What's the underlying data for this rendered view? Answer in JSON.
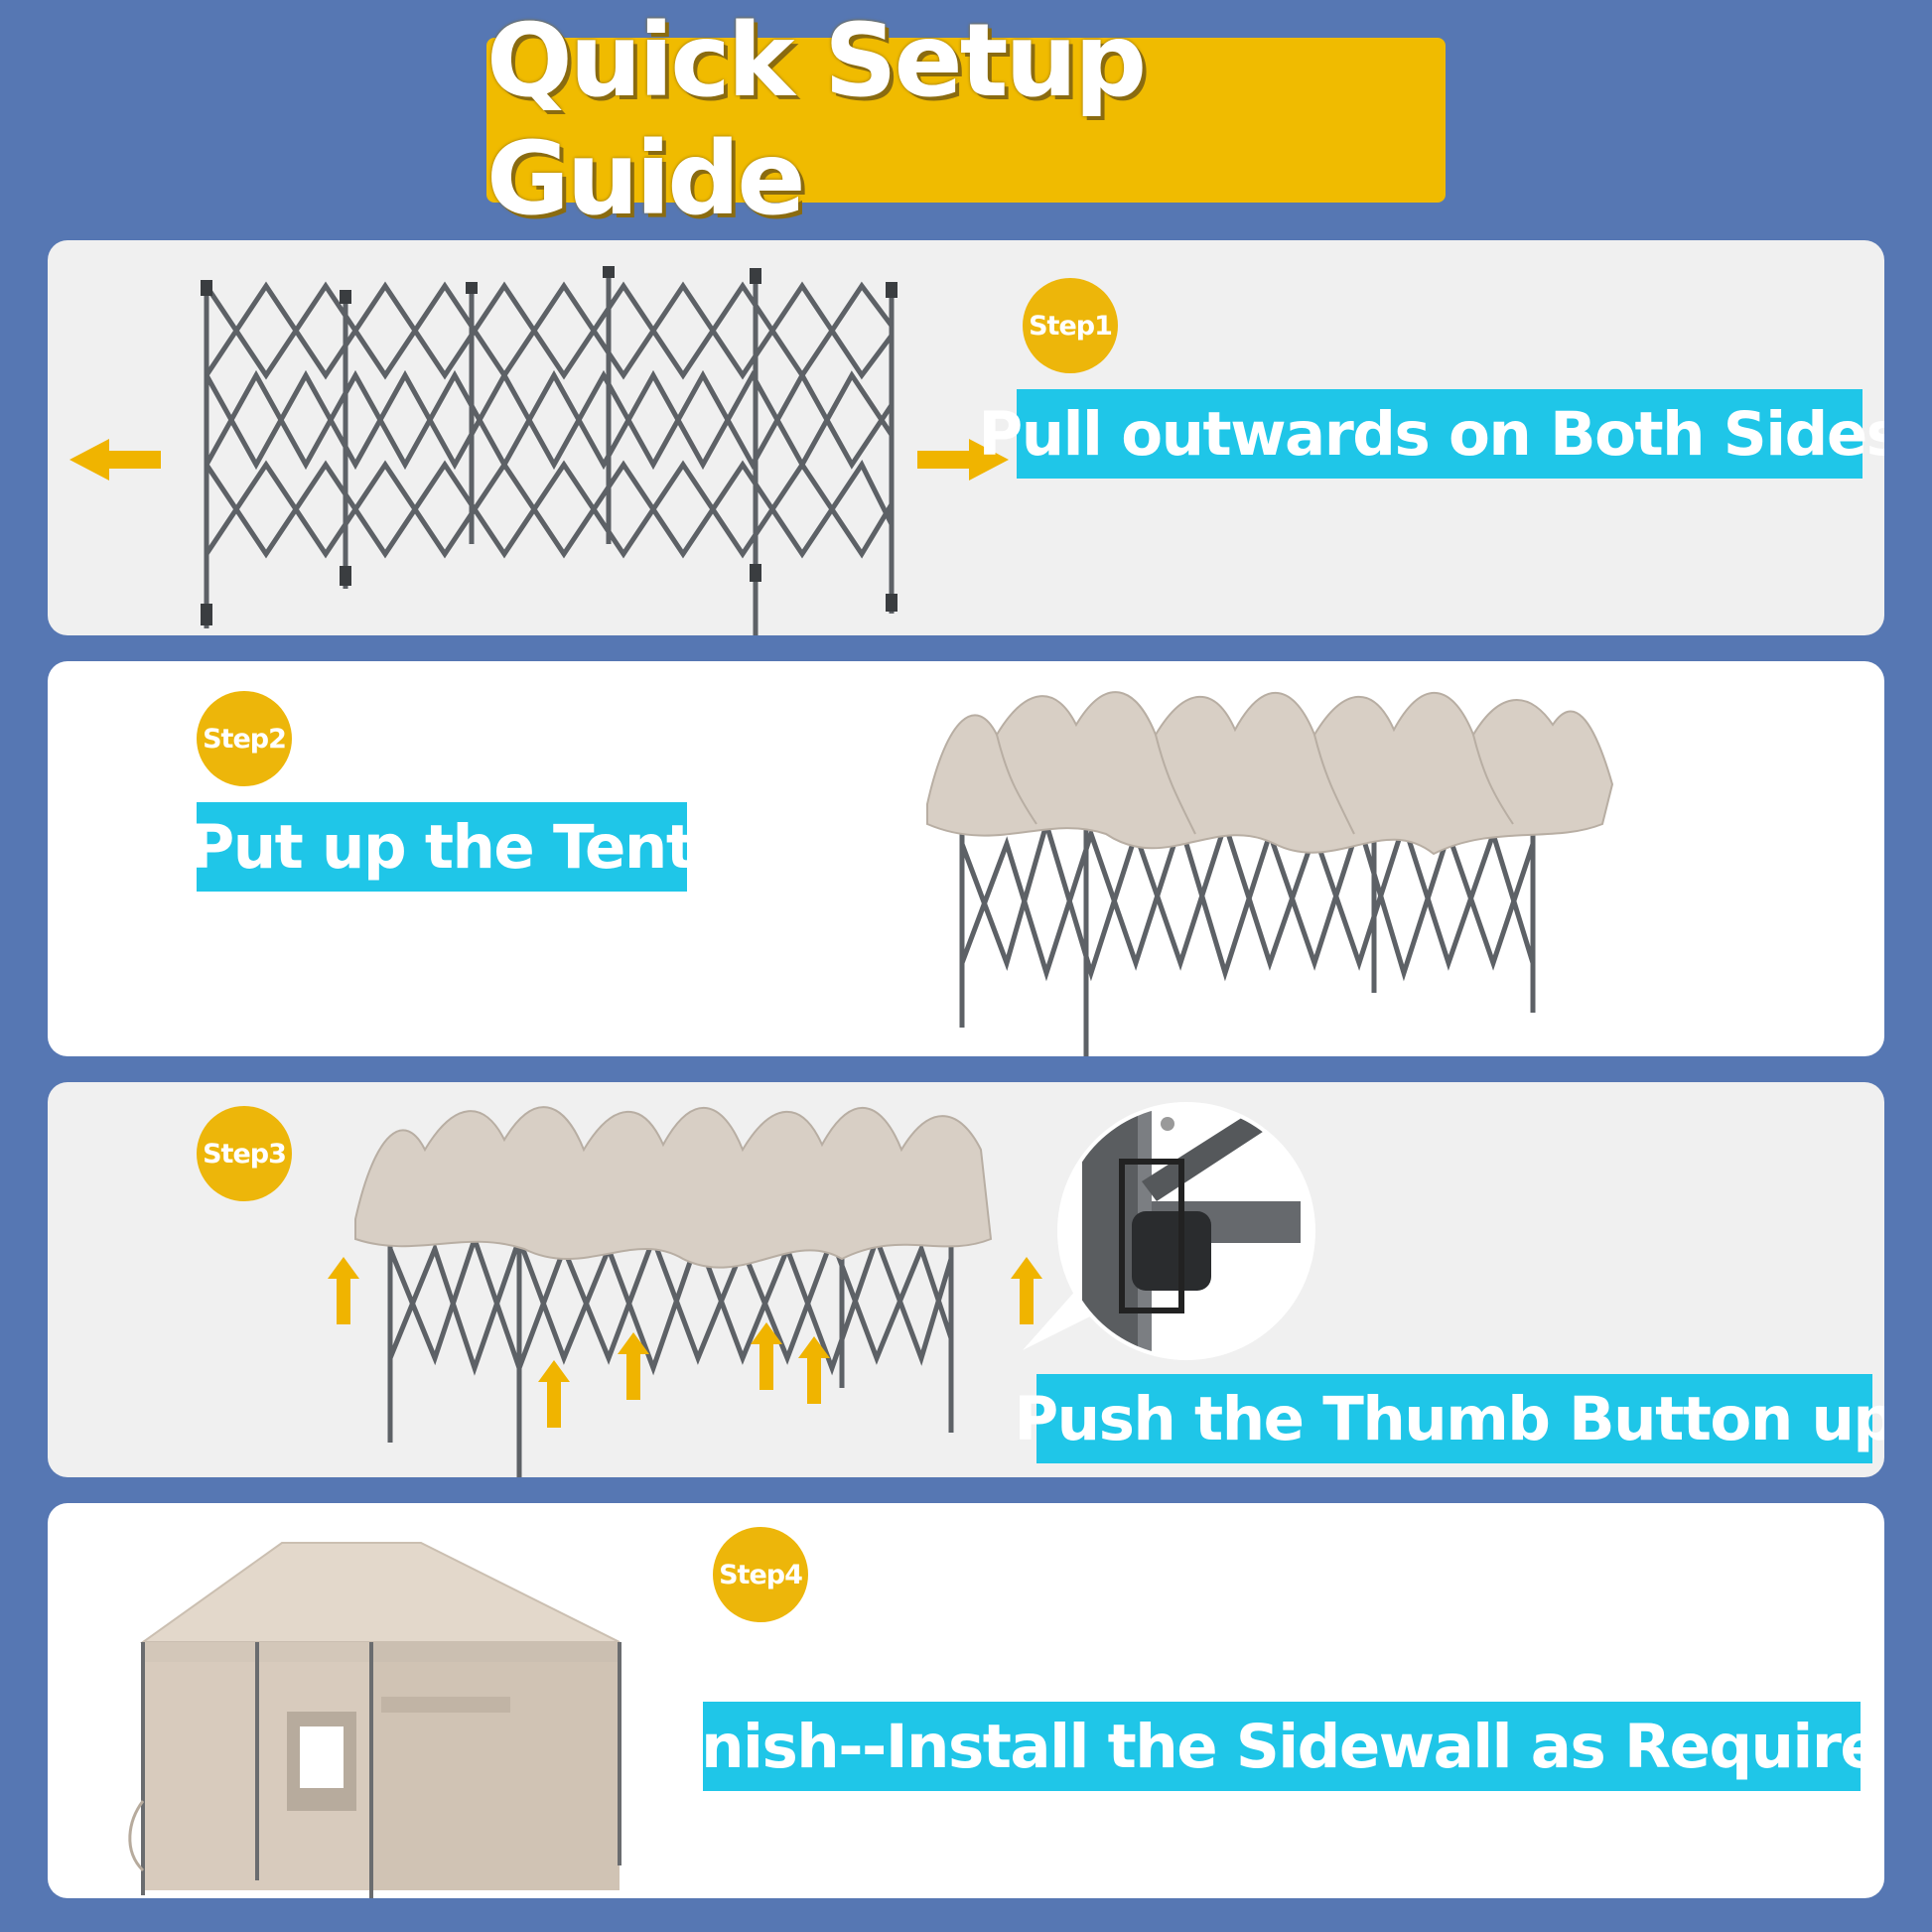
{
  "title": "Quick Setup Guide",
  "steps": [
    {
      "badge": "Step1",
      "label": "Pull outwards on Both Sides"
    },
    {
      "badge": "Step2",
      "label": "Put up the Tent"
    },
    {
      "badge": "Step3",
      "label": "Push the Thumb Button up"
    },
    {
      "badge": "Step4",
      "label": "Finish--Install the Sidewall as Required"
    }
  ],
  "colors": {
    "background": "#5677b3",
    "banner": "#f0bb00",
    "badge": "#edb60a",
    "label_box": "#1fc6e8",
    "arrow": "#f0b400",
    "frame": "#5d6166",
    "canopy": "#d8cfc5"
  },
  "icons": [
    "arrow-left-icon",
    "arrow-right-icon",
    "arrow-up-icon",
    "tent-frame-illustration",
    "tent-canopy-illustration",
    "thumb-button-closeup",
    "finished-tent-illustration"
  ]
}
